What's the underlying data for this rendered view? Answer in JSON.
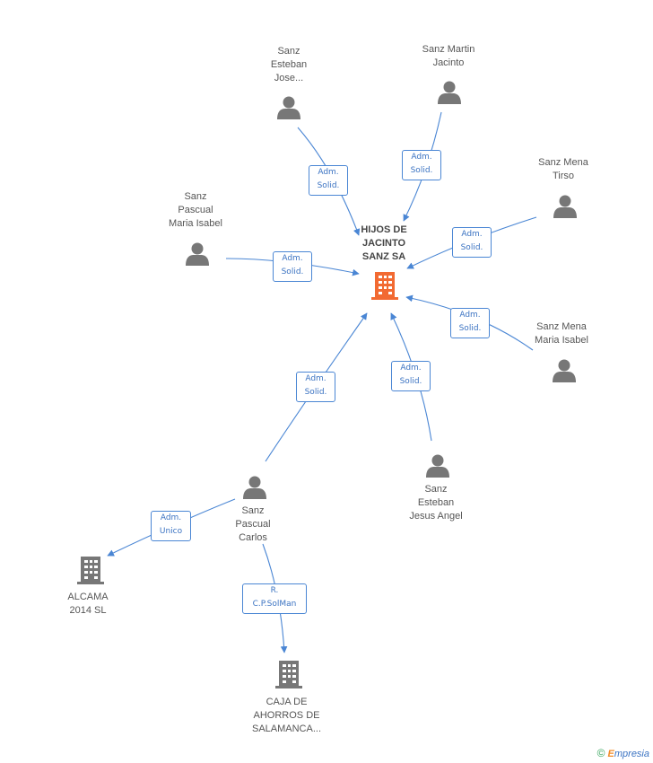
{
  "center": {
    "lines": [
      "HIJOS DE",
      "JACINTO",
      "SANZ SA"
    ],
    "icon": "building-icon",
    "color": "#f26a32"
  },
  "people": [
    {
      "id": "sanz-esteban-jose",
      "lines": [
        "Sanz",
        "Esteban",
        "Jose..."
      ],
      "icon": "person-icon"
    },
    {
      "id": "sanz-martin-jacinto",
      "lines": [
        "Sanz Martin",
        "Jacinto"
      ],
      "icon": "person-icon"
    },
    {
      "id": "sanz-mena-tirso",
      "lines": [
        "Sanz Mena",
        "Tirso"
      ],
      "icon": "person-icon"
    },
    {
      "id": "sanz-pascual-maria-isabel",
      "lines": [
        "Sanz",
        "Pascual",
        "Maria Isabel"
      ],
      "icon": "person-icon"
    },
    {
      "id": "sanz-mena-maria-isabel",
      "lines": [
        "Sanz Mena",
        "Maria Isabel"
      ],
      "icon": "person-icon"
    },
    {
      "id": "sanz-esteban-jesus-angel",
      "lines": [
        "Sanz",
        "Esteban",
        "Jesus Angel"
      ],
      "icon": "person-icon"
    },
    {
      "id": "sanz-pascual-carlos",
      "lines": [
        "Sanz",
        "Pascual",
        "Carlos"
      ],
      "icon": "person-icon"
    }
  ],
  "companies": [
    {
      "id": "alcama-2014-sl",
      "lines": [
        "ALCAMA",
        "2014  SL"
      ],
      "icon": "building-icon"
    },
    {
      "id": "caja-de-ahorros",
      "lines": [
        "CAJA DE",
        "AHORROS DE",
        "SALAMANCA..."
      ],
      "icon": "building-icon"
    }
  ],
  "relations": [
    {
      "id": "rel-jose",
      "lines": [
        "Adm.",
        "Solid."
      ]
    },
    {
      "id": "rel-jacinto",
      "lines": [
        "Adm.",
        "Solid."
      ]
    },
    {
      "id": "rel-tirso",
      "lines": [
        "Adm.",
        "Solid."
      ]
    },
    {
      "id": "rel-maria-isabel-p",
      "lines": [
        "Adm.",
        "Solid."
      ]
    },
    {
      "id": "rel-maria-isabel-m",
      "lines": [
        "Adm.",
        "Solid."
      ]
    },
    {
      "id": "rel-jesus-angel",
      "lines": [
        "Adm.",
        "Solid."
      ]
    },
    {
      "id": "rel-carlos",
      "lines": [
        "Adm.",
        "Solid."
      ]
    },
    {
      "id": "rel-alcama",
      "lines": [
        "Adm.",
        "Unico"
      ]
    },
    {
      "id": "rel-caja",
      "lines": [
        "R.",
        "C.P.SolMan"
      ]
    }
  ],
  "colors": {
    "line": "#4a86d4",
    "person": "#777777",
    "company": "#777777",
    "center": "#f26a32"
  },
  "brand": {
    "copyright": "©",
    "initial": "E",
    "name": "mpresia"
  }
}
